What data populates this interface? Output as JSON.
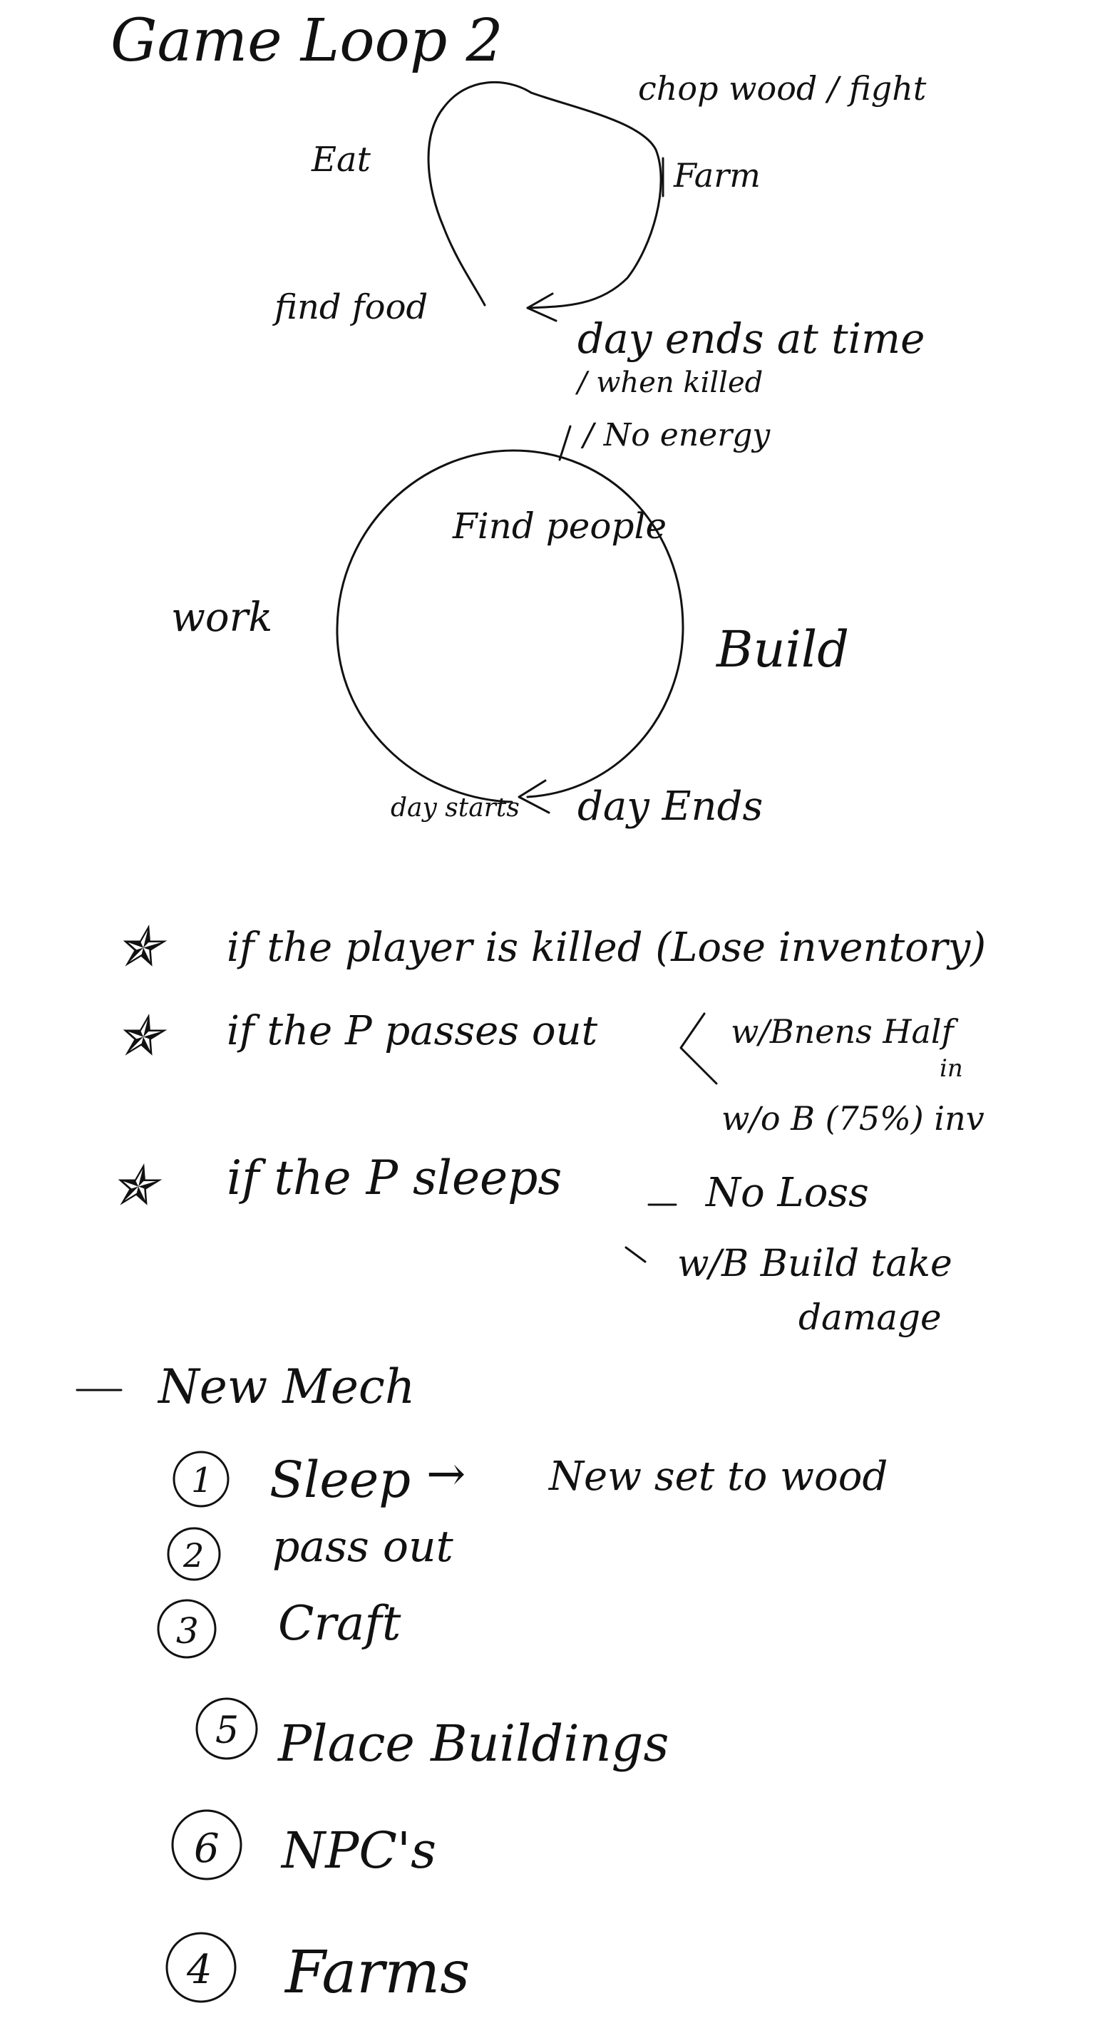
{
  "title": "Game Loop 2",
  "loop1": {
    "labels": {
      "chop_wood": "chop wood / fight",
      "farm": "Farm",
      "eat": "Eat",
      "find_food": "find food",
      "day_ends": "day ends at time",
      "when_killed": "/ when killed",
      "no_energy": "/ No energy"
    }
  },
  "loop2": {
    "labels": {
      "find_people": "Find people",
      "work": "work",
      "build": "Build",
      "day_starts": "day starts",
      "day_ends": "day Ends"
    }
  },
  "rules": [
    {
      "text": "if  the player  is killed  (Lose inventory)"
    },
    {
      "text": "if  the P   passes out",
      "branches": [
        "w/Bnens  Half",
        "w/o B  (75%) inv"
      ],
      "note": "in"
    },
    {
      "text": "if  the P  sleeps",
      "branches": [
        "No  Loss",
        "w/B   Build take"
      ],
      "note": "damage"
    }
  ],
  "new_mech": {
    "heading": "New Mech",
    "items": [
      {
        "num": "1",
        "label": "Sleep",
        "arrow": "→",
        "extra": "New  set  to wood"
      },
      {
        "num": "2",
        "label": "pass out"
      },
      {
        "num": "3",
        "label": "Craft"
      },
      {
        "num": "5",
        "label": "Place  Buildings"
      },
      {
        "num": "6",
        "label": "NPC's"
      },
      {
        "num": "4",
        "label": "Farms"
      }
    ]
  }
}
